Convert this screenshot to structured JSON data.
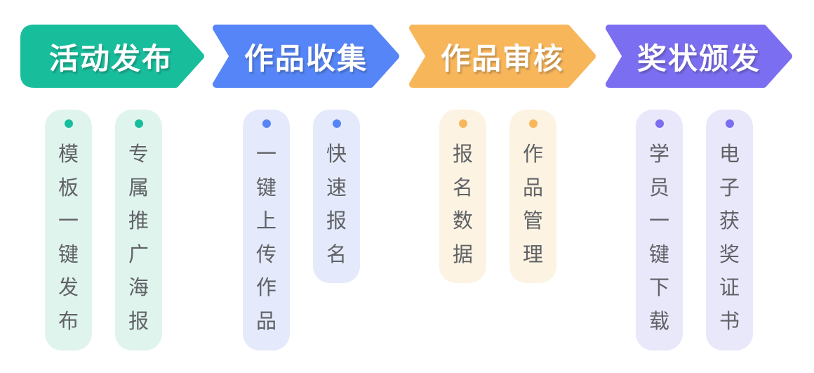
{
  "page": {
    "background_color": "#ffffff",
    "feature_text_color": "#606266",
    "title_text_color": "#ffffff"
  },
  "steps": [
    {
      "title": "活动发布",
      "color": "#18BE9C",
      "light_color": "#E0F4EE",
      "features": {
        "0": "模板一键发布",
        "1": "专属推广海报"
      }
    },
    {
      "title": "作品收集",
      "color": "#5585F7",
      "light_color": "#E4EAFB",
      "features": {
        "0": "一键上传作品",
        "1": "快速报名"
      }
    },
    {
      "title": "作品审核",
      "color": "#F8B65B",
      "light_color": "#FDF3E3",
      "features": {
        "0": "报名数据",
        "1": "作品管理"
      }
    },
    {
      "title": "奖状颁发",
      "color": "#7B6EF0",
      "light_color": "#E9E8FB",
      "features": {
        "0": "学员一键下载",
        "1": "电子获奖证书"
      }
    }
  ]
}
